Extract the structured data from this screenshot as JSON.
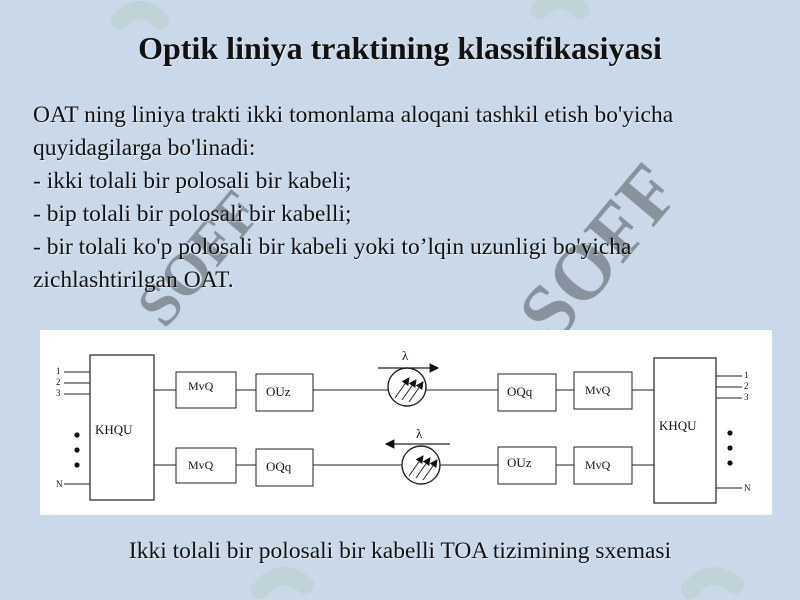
{
  "slide": {
    "title": "Optik liniya traktining klassifikasiyasi",
    "body_lines": [
      "OAT ning liniya trakti ikki tomonlama aloqani tashkil etish bo'yicha",
      "quyidagilarga bo'linadi:",
      "- ikki tolali bir polosali bir kabeli;",
      "- bip tolali bir polosali bir kabelli;",
      "- bir tolali ko'p polosali bir kabeli yoki to’lqin uzunligi bo'yicha",
      "zichlashtirilgan OAT."
    ],
    "caption": "Ikki tolali bir polosali bir kabelli TOA tizimining sxemasi"
  },
  "watermark": {
    "text": "SOFF",
    "color": "#a8c4a0"
  },
  "diagram": {
    "left_unit": {
      "label": "KHQU",
      "ports": [
        "1",
        "2",
        "3"
      ],
      "last_port": "N"
    },
    "right_unit": {
      "label": "KHQU",
      "ports": [
        "1",
        "2",
        "3"
      ],
      "last_port": "N"
    },
    "top_chain": [
      "MvQ",
      "OUz",
      "OQq",
      "MvQ"
    ],
    "bottom_chain": [
      "MvQ",
      "OQq",
      "OUz",
      "MvQ"
    ],
    "lambda": "λ"
  }
}
